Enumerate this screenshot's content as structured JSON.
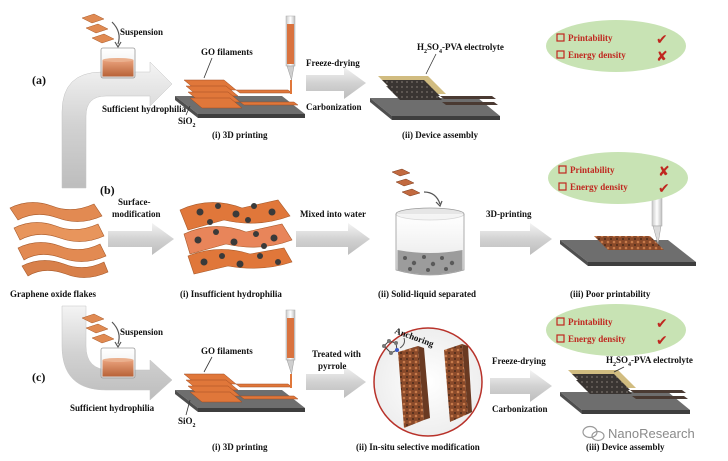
{
  "panels": {
    "a": {
      "label": "(a)",
      "suspension": "Suspension",
      "hydrophilia": "Sufficient hydrophilia",
      "go_filaments": "GO filaments",
      "sio2": "SiO",
      "sio2_sub": "2",
      "step1": "(i) 3D printing",
      "arrow_top": "Freeze-drying",
      "arrow_bottom": "Carbonization",
      "electrolyte_pre": "H",
      "electrolyte_sub1": "2",
      "electrolyte_mid": "SO",
      "electrolyte_sub2": "4",
      "electrolyte_post": "-PVA electrolyte",
      "step2": "(ii) Device assembly"
    },
    "b": {
      "label": "(b)",
      "flakes": "Graphene oxide flakes",
      "arrow1_top": "Surface-",
      "arrow1_bottom": "modification",
      "step1": "(i) Insufficient hydrophilia",
      "arrow2": "Mixed into water",
      "step2": "(ii) Solid-liquid separated",
      "arrow3": "3D-printing",
      "step3": "(iii) Poor printability"
    },
    "c": {
      "label": "(c)",
      "suspension": "Suspension",
      "hydrophilia": "Sufficient hydrophilia",
      "go_filaments": "GO filaments",
      "sio2": "SiO",
      "sio2_sub": "2",
      "step1": "(i) 3D printing",
      "arrow1_top": "Treated with",
      "arrow1_bottom": "pyrrole",
      "anchoring": "Anchoring",
      "step2": "(ii) In-situ selective modification",
      "arrow2_top": "Freeze-drying",
      "arrow2_bottom": "Carbonization",
      "electrolyte_pre": "H",
      "electrolyte_sub1": "2",
      "electrolyte_mid": "SO",
      "electrolyte_sub2": "4",
      "electrolyte_post": "-PVA electrolyte",
      "step3": "(iii) Device assembly"
    }
  },
  "legend": {
    "printability": "Printability",
    "energy_density": "Energy density"
  },
  "status": {
    "a_printability": "✔",
    "a_energy": "✘",
    "b_printability": "✘",
    "b_energy": "✔",
    "c_printability": "✔",
    "c_energy": "✔"
  },
  "watermark": "NanoResearch",
  "colors": {
    "arrow": "#d6d6d6",
    "substrate": "#5c5c5c",
    "filament": "#e07a3d",
    "legend_bg": "#c8e3b4",
    "legend_text": "#c0271f",
    "check": "#c0271f"
  }
}
